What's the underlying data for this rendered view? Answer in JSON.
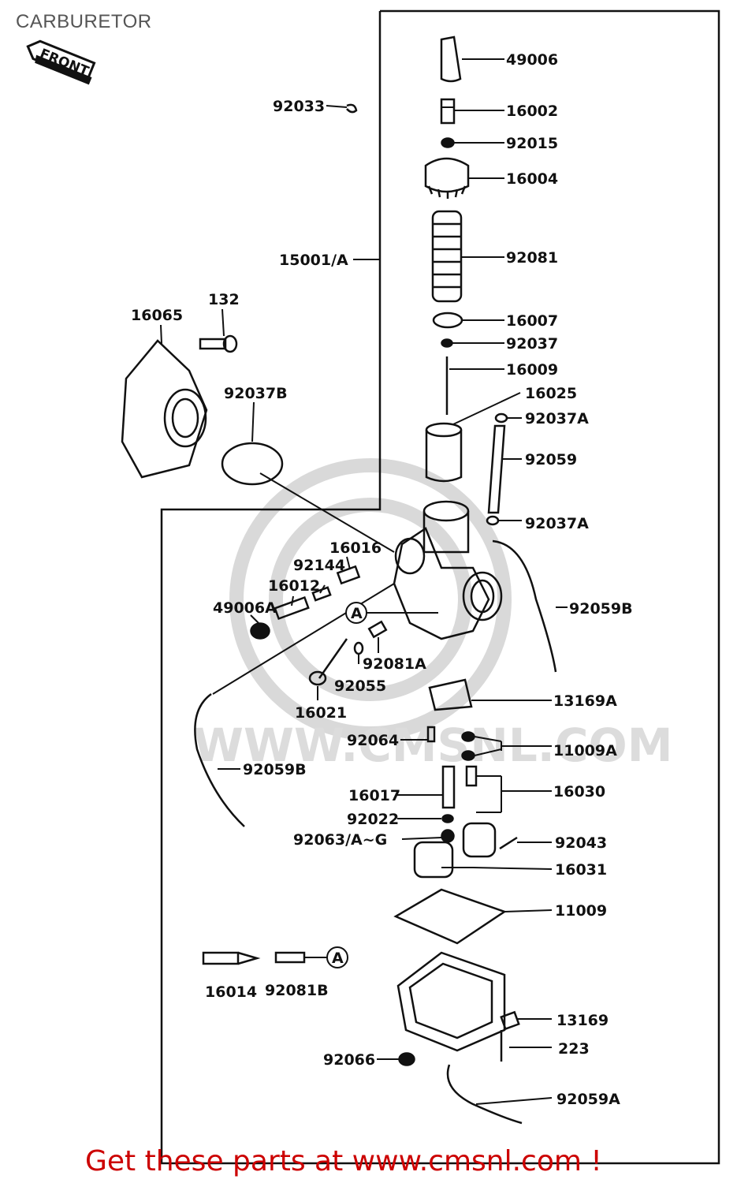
{
  "title": "CARBURETOR",
  "front_label": "FRONT",
  "callout_letter": "A",
  "footer": "Get these parts at www.cmsnl.com !",
  "watermark": "WWW.CMSNL.COM",
  "colors": {
    "footer": "#cc0000",
    "line": "#111111",
    "watermark": "#dcdcdc"
  },
  "parts": [
    "49006",
    "16002",
    "92033",
    "92015",
    "16004",
    "92081",
    "15001/A",
    "16007",
    "92037",
    "16009",
    "16025",
    "92037A",
    "92059",
    "92037A",
    "16065",
    "132",
    "92037B",
    "16016",
    "92144",
    "16012",
    "49006A",
    "92081A",
    "92055",
    "16021",
    "92059B",
    "92059B",
    "13169A",
    "92064",
    "11009A",
    "16017",
    "16030",
    "92022",
    "92063/A~G",
    "92043",
    "16031",
    "11009",
    "16014",
    "92081B",
    "13169",
    "223",
    "92066",
    "92059A"
  ]
}
